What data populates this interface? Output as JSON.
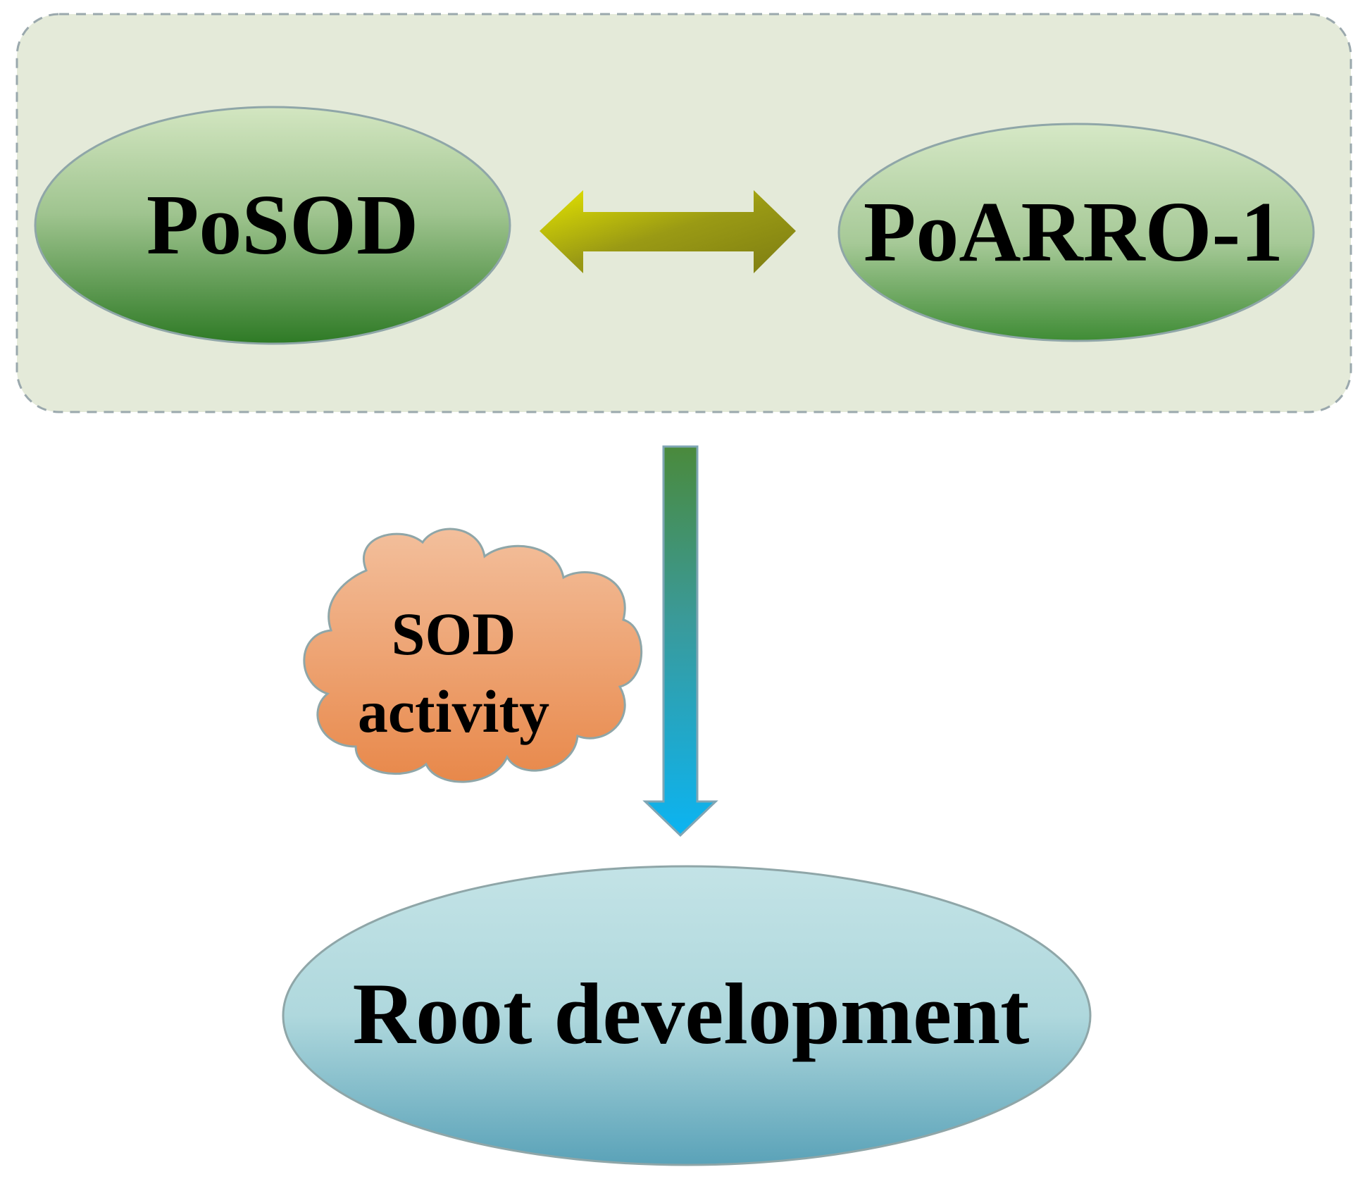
{
  "diagram": {
    "nodes": {
      "posod": {
        "label": "PoSOD"
      },
      "poarro": {
        "label": "PoARRO-1"
      },
      "sod_activity": {
        "line1": "SOD",
        "line2": "activity"
      },
      "root_development": {
        "label": "Root development"
      }
    },
    "edges": [
      {
        "from": "PoSOD",
        "to": "PoARRO-1",
        "type": "bidirectional"
      },
      {
        "from": "PoSOD-PoARRO-1 complex",
        "to": "Root development",
        "type": "directed"
      }
    ],
    "colors": {
      "complex_fill": "#e4ead9",
      "complex_border": "#9aa8ad",
      "green_node_light": "#d3e6c1",
      "green_node_dark": "#2e7a25",
      "double_arrow_light": "#e4e400",
      "double_arrow_dark": "#7d7d12",
      "cloud_light": "#f3bf9c",
      "cloud_dark": "#e8884a",
      "down_arrow_top": "#4a8a3c",
      "down_arrow_bottom": "#0bb4f2",
      "root_node_light": "#bfe1e4",
      "root_node_dark": "#5aa2b8"
    }
  }
}
